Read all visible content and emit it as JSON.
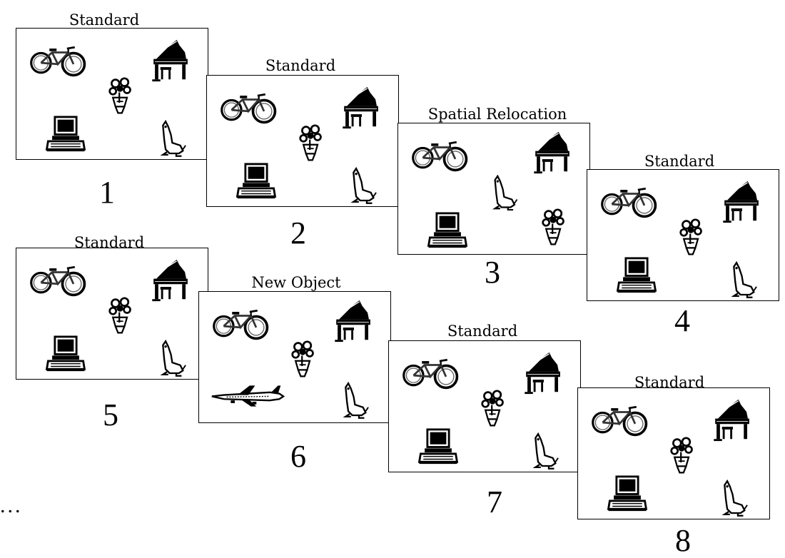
{
  "frames": [
    {
      "label": "Standard",
      "number": "1",
      "objects": [
        "bicycle-icon",
        "piano-icon",
        "flowers-icon",
        "computer-icon",
        "dog-icon"
      ]
    },
    {
      "label": "Standard",
      "number": "2",
      "objects": [
        "bicycle-icon",
        "piano-icon",
        "flowers-icon",
        "computer-icon",
        "dog-icon"
      ]
    },
    {
      "label": "Spatial Relocation",
      "number": "3",
      "objects": [
        "bicycle-icon",
        "piano-icon",
        "dog-icon",
        "computer-icon",
        "flowers-icon"
      ]
    },
    {
      "label": "Standard",
      "number": "4",
      "objects": [
        "bicycle-icon",
        "piano-icon",
        "flowers-icon",
        "computer-icon",
        "dog-icon"
      ]
    },
    {
      "label": "Standard",
      "number": "5",
      "objects": [
        "bicycle-icon",
        "piano-icon",
        "flowers-icon",
        "computer-icon",
        "dog-icon"
      ]
    },
    {
      "label": "New Object",
      "number": "6",
      "objects": [
        "bicycle-icon",
        "piano-icon",
        "flowers-icon",
        "airplane-icon",
        "dog-icon"
      ]
    },
    {
      "label": "Standard",
      "number": "7",
      "objects": [
        "bicycle-icon",
        "piano-icon",
        "flowers-icon",
        "computer-icon",
        "dog-icon"
      ]
    },
    {
      "label": "Standard",
      "number": "8",
      "objects": [
        "bicycle-icon",
        "piano-icon",
        "flowers-icon",
        "computer-icon",
        "dog-icon"
      ]
    }
  ],
  "continuation": "..."
}
